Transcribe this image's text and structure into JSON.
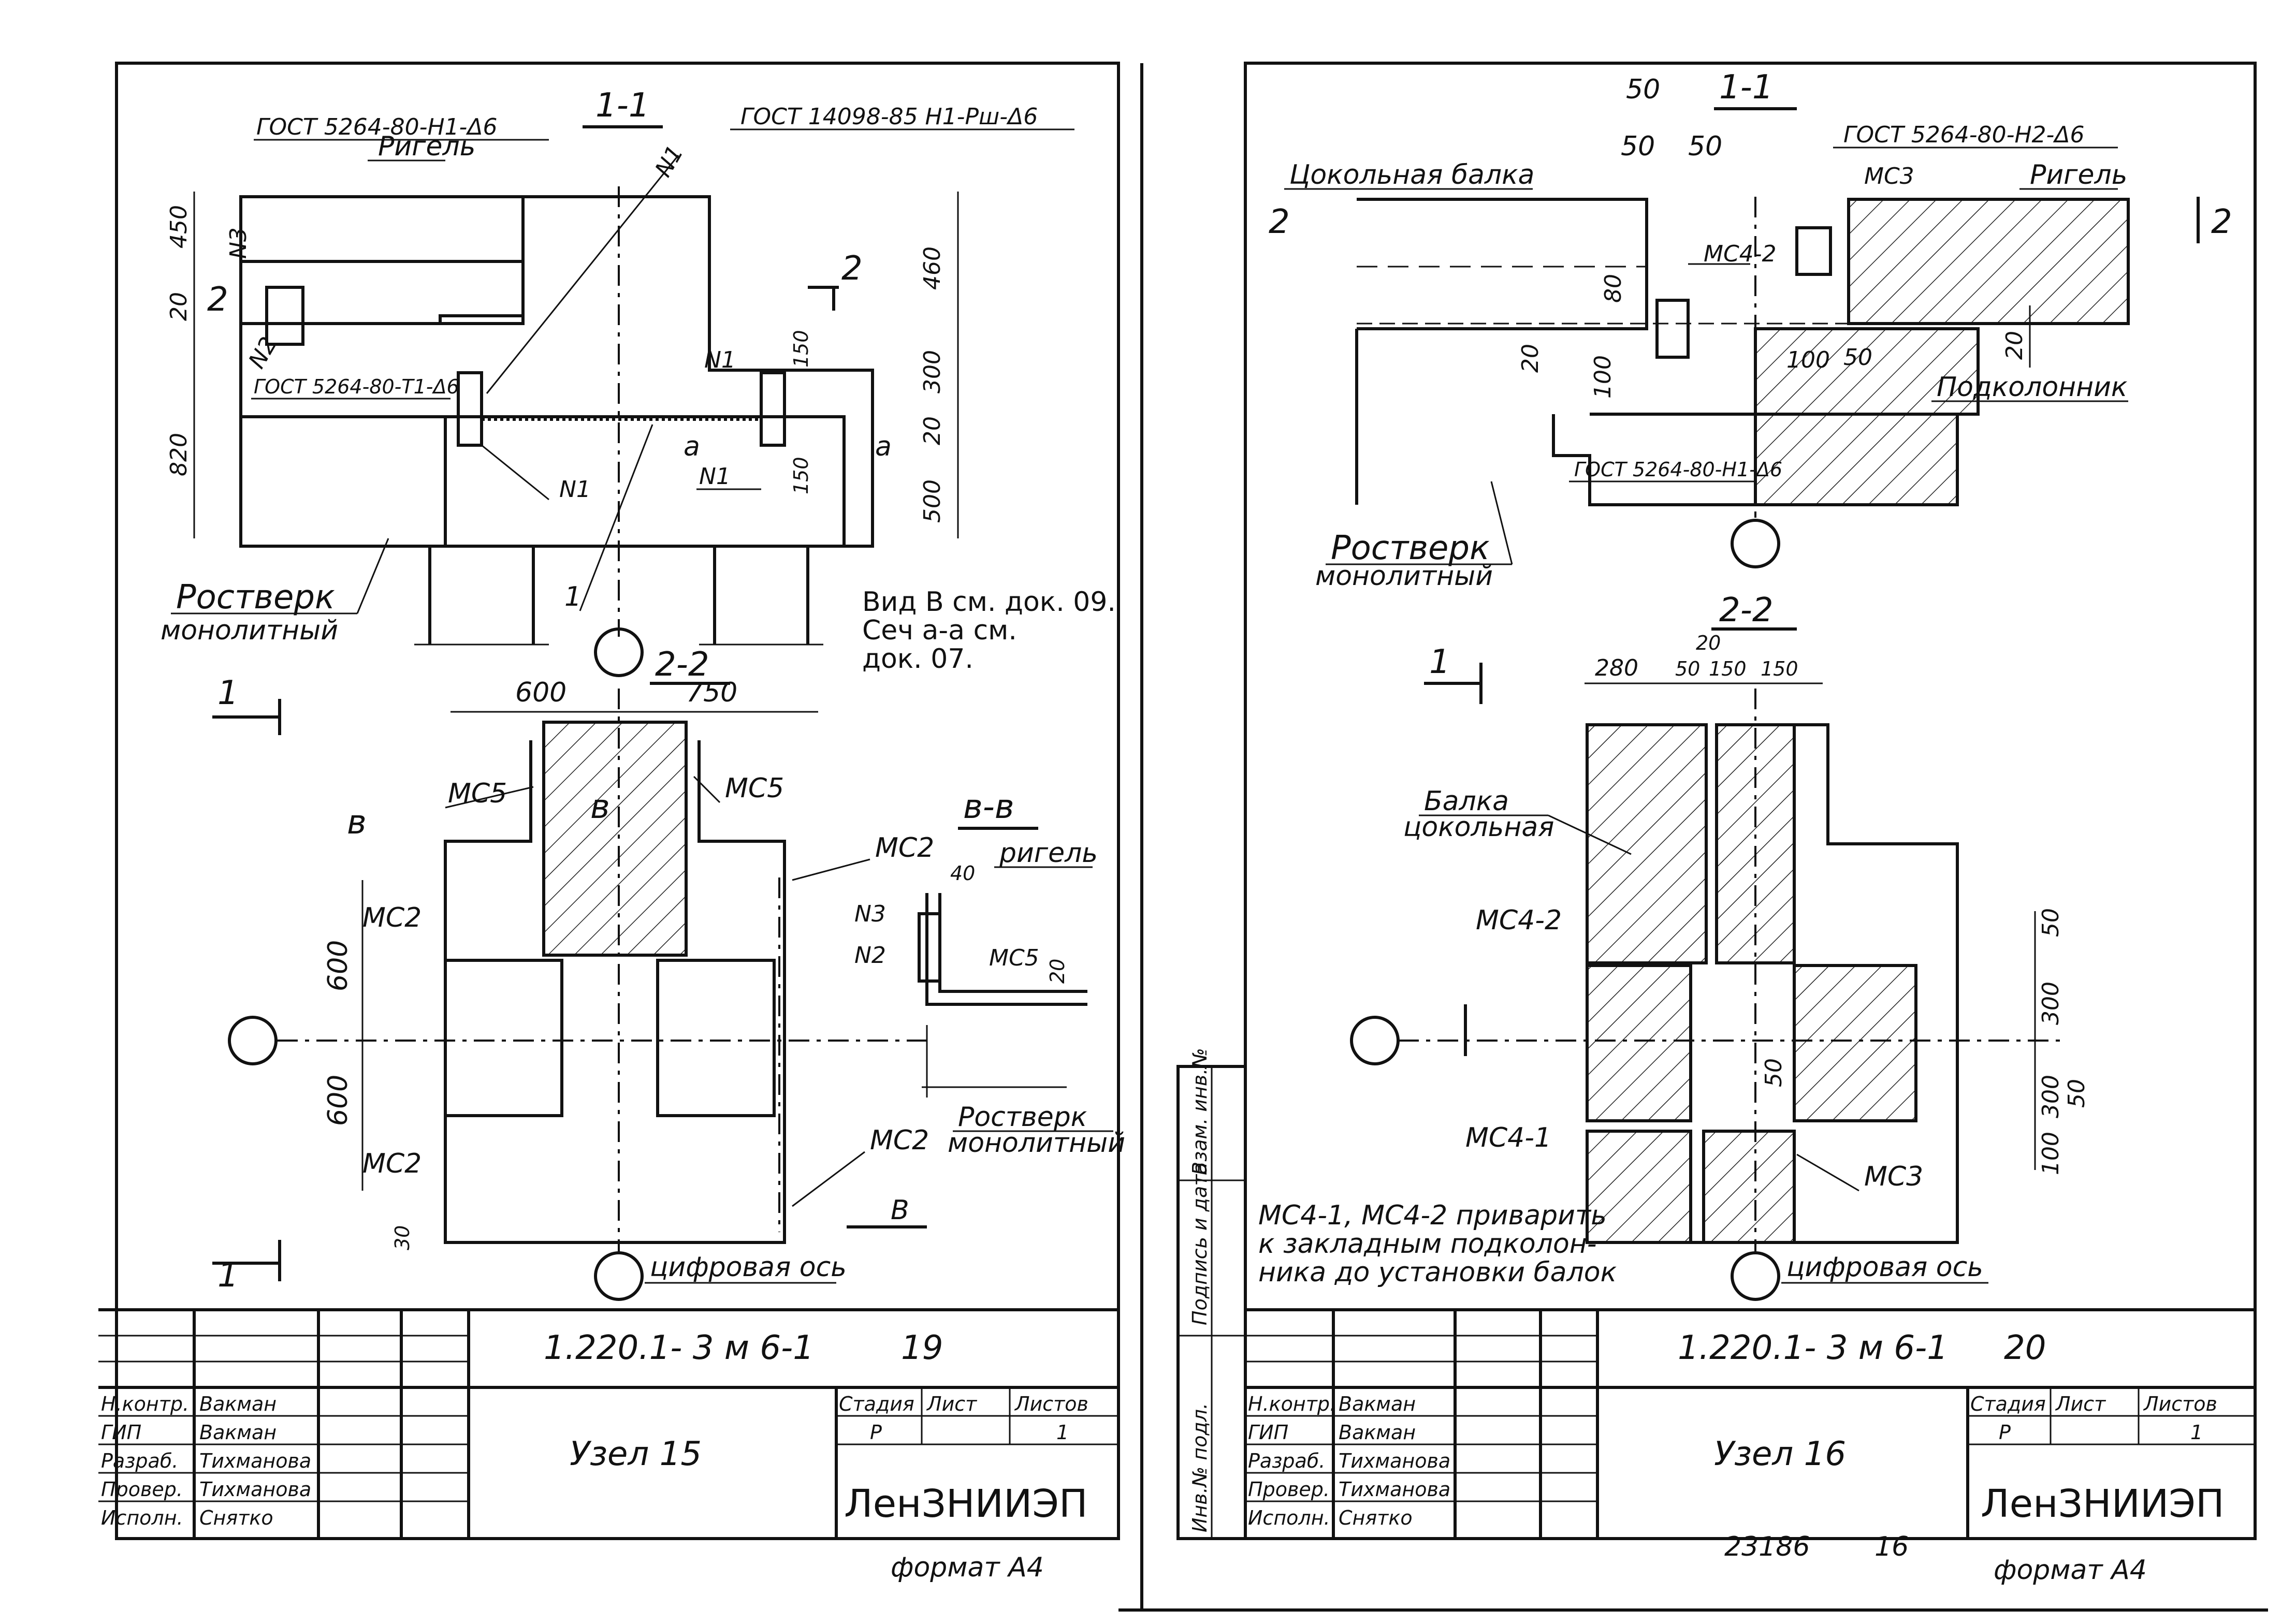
{
  "sheets": [
    {
      "section_1_1": "1-1",
      "gost_top_left": "ГОСТ 5264-80-Н1-Δ6",
      "gost_top_right": "ГОСТ 14098-85 Н1-Рш-Δ6",
      "rigel": "Ригель",
      "gost_mid_left": "ГОСТ 5264-80-Т1-Δ6",
      "n1": "N1",
      "n2": "N2",
      "n3": "N3",
      "callout_1": "1",
      "a_label": "а",
      "rostverk": "Ростверк",
      "monolitny": "монолитный",
      "note_line1": "Вид В см. док. 09.",
      "note_line2": "Сеч а-а см.",
      "note_line3": "док. 07.",
      "section_2_2": "2-2",
      "section_v_v": "в-в",
      "mark_v": "в",
      "mark_v_upper": "В",
      "mark_1": "1",
      "mark_2": "2",
      "ms5": "МС5",
      "ms2": "МС2",
      "rigel_lower": "ригель",
      "digital_axis": "цифровая ось",
      "dims_section": [
        "450",
        "20",
        "820",
        "460",
        "300",
        "20",
        "500",
        "150",
        "150"
      ],
      "dims_plan": [
        "600",
        "750",
        "600",
        "600",
        "30"
      ],
      "dims_vv": [
        "40",
        "20"
      ],
      "doc_code": "1.220.1- 3 м 6-1",
      "sheet_number": "19",
      "title": "Узел 15"
    },
    {
      "section_1_1": "1-1",
      "tsokolnaya_balka": "Цокольная балка",
      "gost_top": "ГОСТ 5264-80-Н2-Δ6",
      "ms3": "МС3",
      "rigel": "Ригель",
      "ms4_2": "МС4-2",
      "ms4_1": "МС4-1",
      "podkolonnik": "Подколонник",
      "gost_bottom": "ГОСТ 5264-80-Н1-Δ6",
      "rostverk": "Ростверк",
      "monolitny": "монолитный",
      "section_2_2": "2-2",
      "balka": "Балка",
      "tsokolnaya": "цокольная",
      "mark_1": "1",
      "mark_2": "2",
      "note_line1": "МС4-1, МС4-2 приварить",
      "note_line2": "к закладным подколон-",
      "note_line3": "ника до установки балок",
      "digital_axis": "цифровая ось",
      "dims_section": [
        "50",
        "50",
        "50",
        "80",
        "20",
        "100",
        "100",
        "50",
        "20"
      ],
      "dims_plan": [
        "280",
        "20",
        "50",
        "150",
        "150",
        "50",
        "300",
        "300",
        "50",
        "50",
        "100"
      ],
      "doc_code": "1.220.1- 3 м 6-1",
      "sheet_number": "20",
      "title": "Узел 16",
      "inventory": "23186",
      "inventory_page": "16"
    }
  ],
  "title_block": {
    "roles": [
      "Н.контр.",
      "ГИП",
      "Разраб.",
      "Провер.",
      "Исполн."
    ],
    "names": [
      "Вакман",
      "Вакман",
      "Тихманова",
      "Тихманова",
      "Снятко"
    ],
    "col_stage": "Стадия",
    "col_sheet": "Лист",
    "col_sheets": "Листов",
    "stage_value": "Р",
    "sheets_value": "1",
    "org": "ЛенЗНИИЭП",
    "format": "формат А4"
  },
  "side_stamp": [
    "Инв.№ подл.",
    "Подпись и дата",
    "Взам. инв.№"
  ]
}
